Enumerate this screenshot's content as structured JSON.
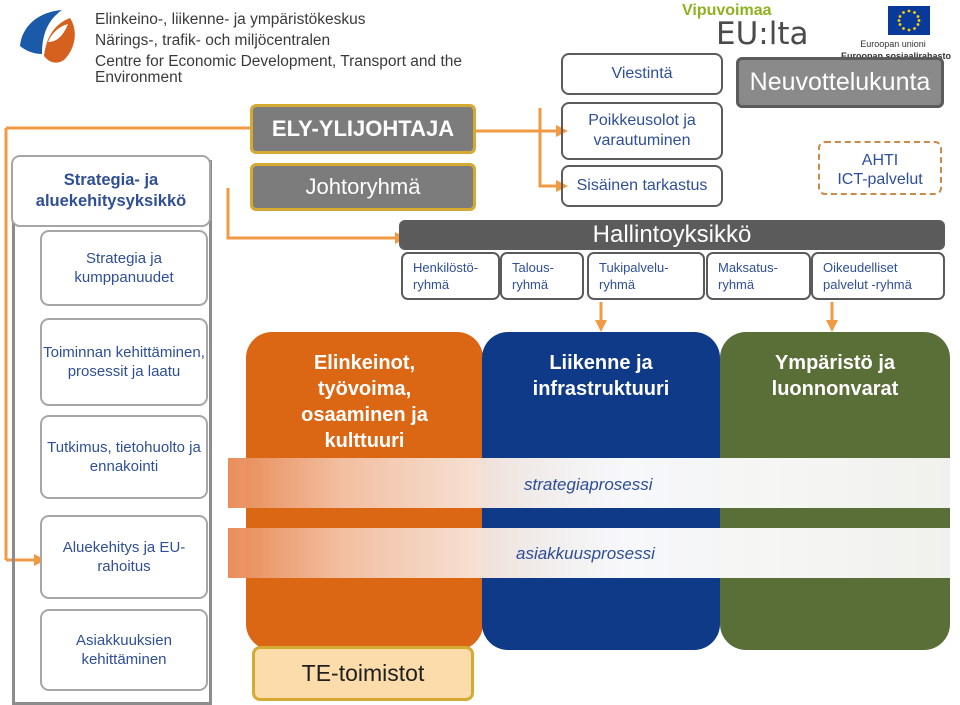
{
  "header": {
    "org_lines": [
      "Elinkeino-, liikenne- ja ympäristökeskus",
      "Närings-, trafik- och miljöcentralen",
      "Centre for Economic Development, Transport and the Environment"
    ],
    "vipuvoimaa": "Vipuvoimaa",
    "eulta": "EU:lta",
    "eu_caption": "Euroopan unioni",
    "esf_caption": "Euroopan sosiaalirahasto"
  },
  "top": {
    "ely_director": "ELY-YLIJOHTAJA",
    "management_group": "Johtoryhmä",
    "communication": "Viestintä",
    "exceptions": "Poikkeusolot ja varautuminen",
    "internal_audit": "Sisäinen tarkastus",
    "advisory_board": "Neuvottelukunta",
    "ahti": "AHTI",
    "ict": "ICT-palvelut"
  },
  "left": {
    "strategy_unit": "Strategia- ja aluekehitysyksikkö",
    "strategy_partners": "Strategia ja kumppanuudet",
    "development": "Toiminnan kehittäminen, prosessit ja laatu",
    "research": "Tutkimus, tietohuolto ja ennakointi",
    "regional": "Aluekehitys ja EU-rahoitus",
    "customer": "Asiakkuuksien kehittäminen"
  },
  "admin": {
    "title": "Hallintoyksikkö",
    "groups": [
      {
        "line1": "Henkilöstö-",
        "line2": "ryhmä"
      },
      {
        "line1": "Talous-",
        "line2": "ryhmä"
      },
      {
        "line1": "Tukipalvelu-",
        "line2": "ryhmä"
      },
      {
        "line1": "Maksatus-",
        "line2": "ryhmä"
      },
      {
        "line1": "Oikeudelliset",
        "line2": "palvelut -ryhmä"
      }
    ]
  },
  "responsibility_areas": {
    "business": "Elinkeinot, työvoima, osaaminen ja kulttuuri",
    "transport": "Liikenne ja infrastruktuuri",
    "environment": "Ympäristö ja luonnonvarat"
  },
  "processes": {
    "strategy": "strategiaprosessi",
    "customer": "asiakkuusprosessi"
  },
  "te_office": "TE-toimistot",
  "colors": {
    "orange": "#db6613",
    "blue": "#0e3a87",
    "green": "#5a6f38",
    "arrow": "#f09a44",
    "frame_gold": "#d4aa33",
    "grey": "#7c7c7c",
    "text_blue": "#2f4f96"
  }
}
